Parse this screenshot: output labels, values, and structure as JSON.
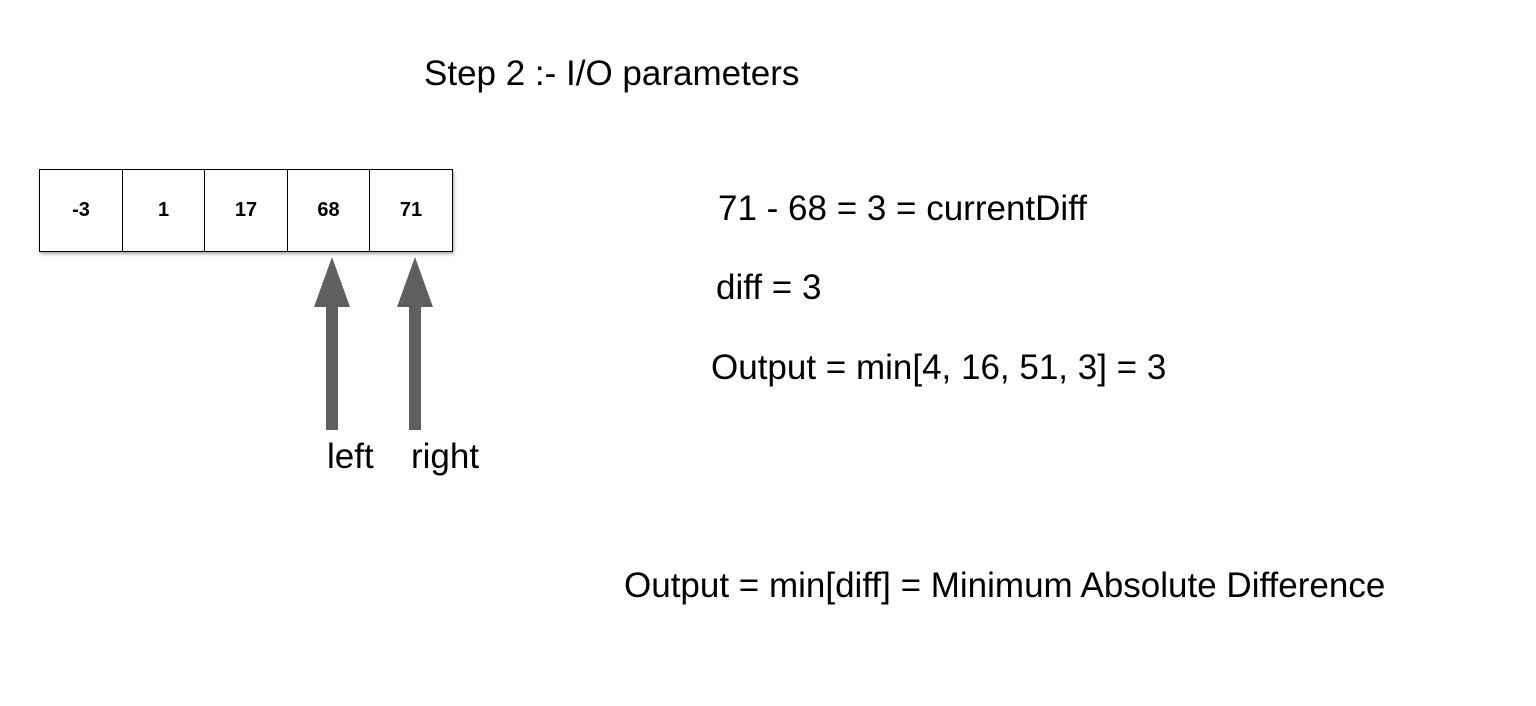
{
  "title": "Step 2 :- I/O parameters",
  "array": [
    "-3",
    "1",
    "17",
    "68",
    "71"
  ],
  "pointers": {
    "left": "left",
    "right": "right"
  },
  "equations": {
    "current_diff": "71 - 68 = 3 = currentDiff",
    "diff": "diff = 3",
    "output_min": "Output = min[4, 16, 51, 3] = 3",
    "output_final": "Output = min[diff] = Minimum Absolute Difference"
  },
  "colors": {
    "arrow": "#5f5f5f"
  }
}
